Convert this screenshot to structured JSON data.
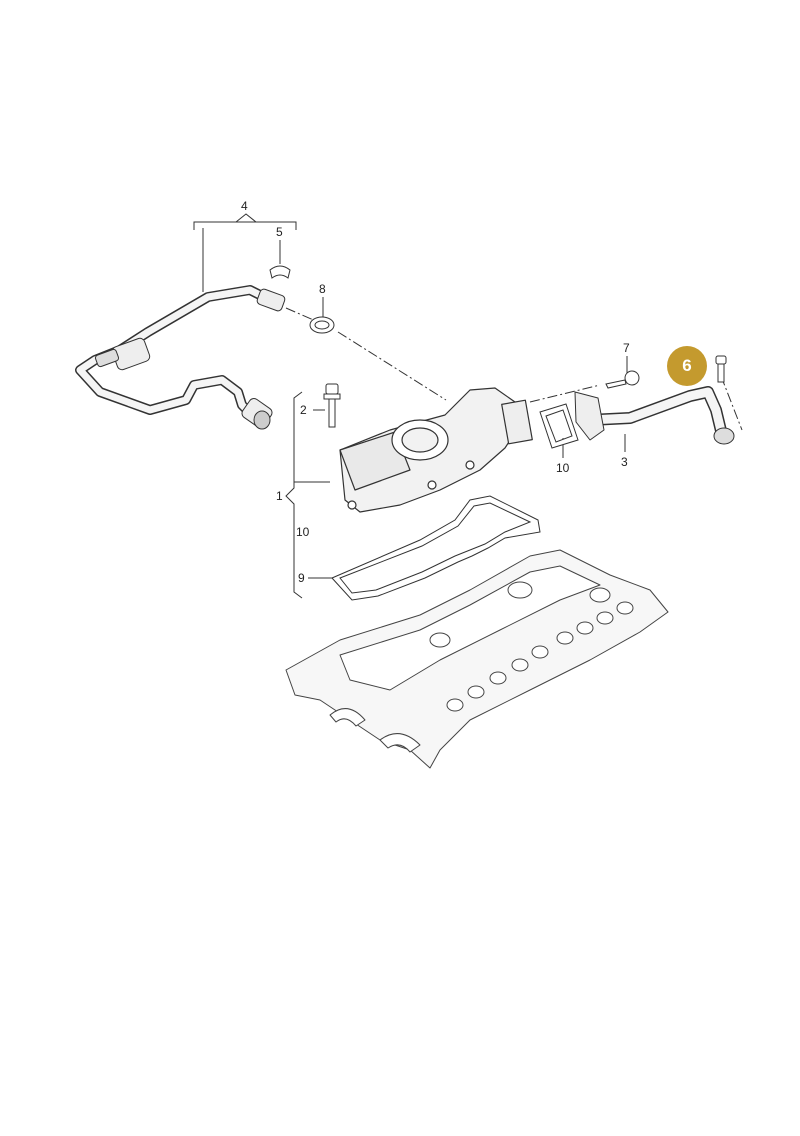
{
  "labels": {
    "l4": "4",
    "l5": "5",
    "l8": "8",
    "l7": "7",
    "l2": "2",
    "l1": "1",
    "l10a": "10",
    "l10b": "10",
    "l3": "3",
    "l9": "9"
  },
  "callout": {
    "number": "6",
    "color": "#C49A2E"
  },
  "colors": {
    "line": "#333333",
    "part_fill": "#f2f2f2"
  }
}
